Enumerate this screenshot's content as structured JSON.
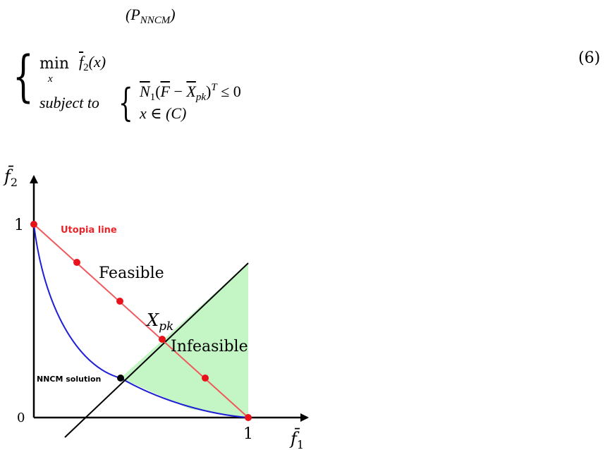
{
  "equation": {
    "problem_name": "P",
    "problem_name_sub": "NNCM",
    "number": "(6)",
    "min_word": "min",
    "min_var": "x",
    "objective_fn": "f",
    "objective_sub": "2",
    "objective_arg": "(x)",
    "subject_to": "subject to",
    "constraint1": {
      "n": "N",
      "n_sub": "1",
      "open": "(",
      "f": "F",
      "minus": " − ",
      "x": "X",
      "x_sub": "pk",
      "close": ")",
      "sup": "T",
      "rel": " ≤ 0"
    },
    "constraint2": "x ∈ (C)"
  },
  "figure": {
    "axis_y_label": "f̄",
    "axis_y_sub": "2",
    "axis_x_label": "f̄",
    "axis_x_sub": "1",
    "tick_one_y": "1",
    "tick_zero": "0",
    "tick_one_x": "1",
    "utopia_label": "Utopia line",
    "feasible_label": "Feasible",
    "infeasible_label": "Infeasible",
    "xpk_label": "X",
    "xpk_sub": "pk",
    "nncm_label": "NNCM solution",
    "colors": {
      "utopia": "#e8252b",
      "front": "#1f1fd6",
      "region": "#c4f5c4",
      "point": "#e8121a"
    }
  }
}
